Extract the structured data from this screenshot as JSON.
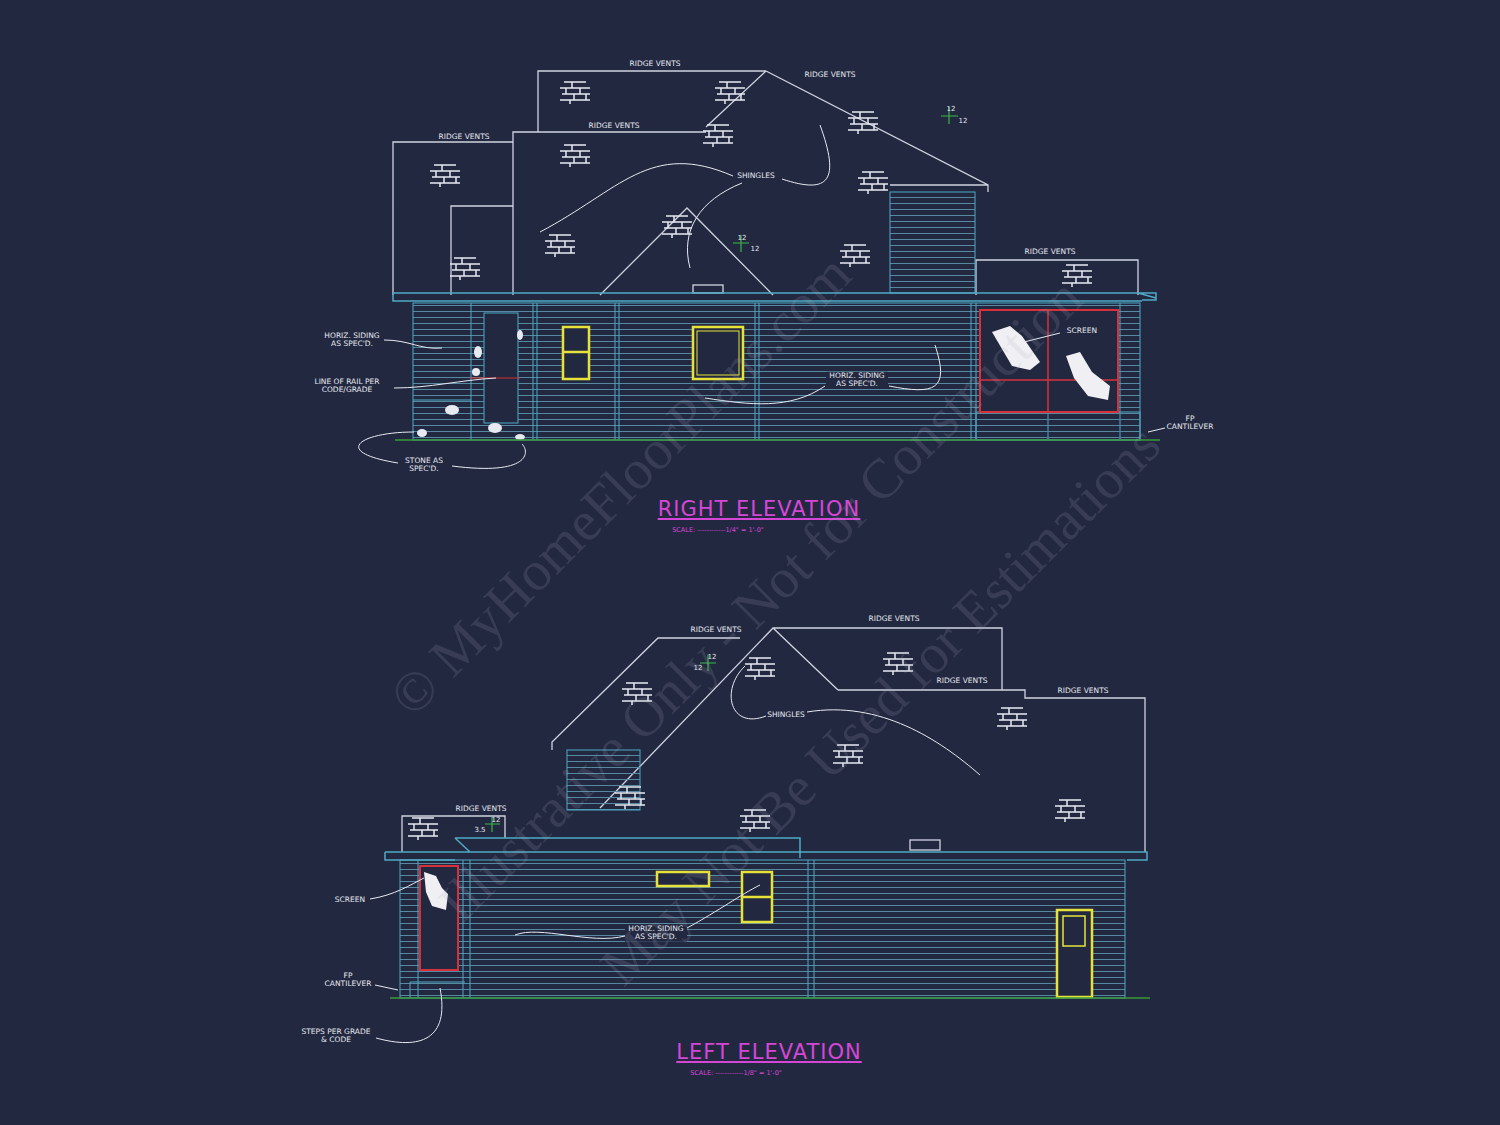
{
  "diagram": {
    "labels": [
      "RIDGE VENTS",
      "RIDGE VENTS",
      "RIDGE VENTS",
      "RIDGE VENTS",
      "SHINGLES",
      "12",
      "12",
      "12",
      "12",
      "RIDGE VENTS",
      "HORIZ. SIDING AS SPEC'D.",
      "LINE OF RAIL PER CODE/GRADE",
      "STONE AS SPEC'D.",
      "HORIZ. SIDING AS SPEC'D.",
      "SCREEN",
      "FP CANTILEVER",
      "RIGHT ELEVATION",
      "SCALE: ------------1/4\" = 1'-0\"",
      "RIDGE VENTS",
      "RIDGE VENTS",
      "12",
      "12",
      "SHINGLES",
      "RIDGE VENTS",
      "RIDGE VENTS",
      "RIDGE VENTS",
      "12",
      "3.5",
      "SCREEN",
      "HORIZ. SIDING AS SPEC'D.",
      "FP CANTILEVER",
      "STEPS PER GRADE & CODE",
      "LEFT ELEVATION",
      "SCALE: ------------1/8\" = 1'-0\"",
      "© MyHomeFloorPlans.com",
      "Illustrative Only - Not for Construction",
      "May Not Be Used for Estimations"
    ]
  }
}
